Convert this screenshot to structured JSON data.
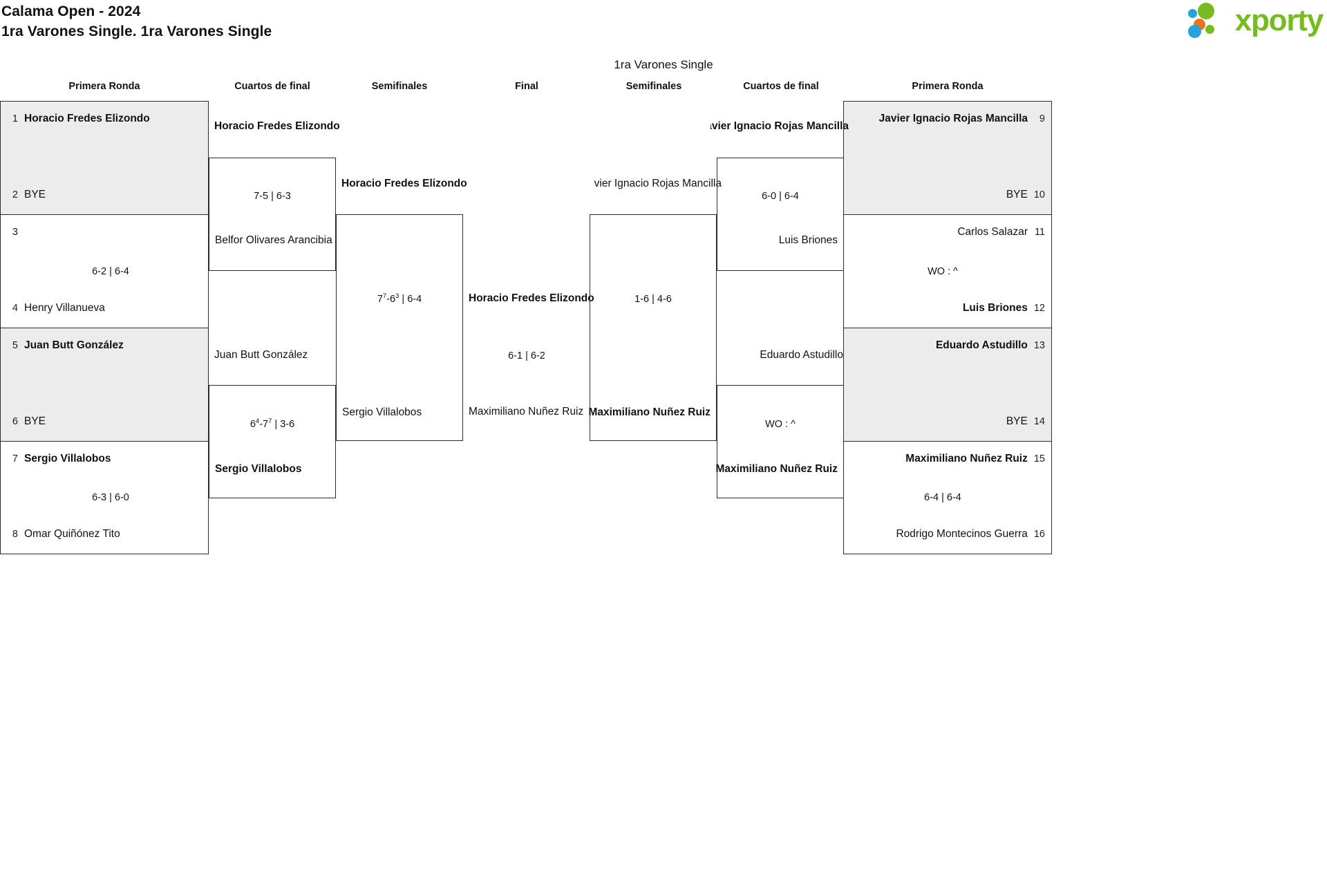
{
  "header": {
    "title_line1": "Calama Open - 2024",
    "title_line2": "1ra Varones Single. 1ra Varones Single",
    "logo_word": "xporty",
    "logo_colors": {
      "green": "#76bc21",
      "orange": "#e8741e",
      "blue": "#27a2dd"
    }
  },
  "bracket_title": "1ra Varones Single",
  "round_headers": {
    "left_r1": "Primera Ronda",
    "left_qf": "Cuartos de final",
    "left_sf": "Semifinales",
    "final": "Final",
    "right_sf": "Semifinales",
    "right_qf": "Cuartos de final",
    "right_r1": "Primera Ronda"
  },
  "left_round1": [
    {
      "shaded": true,
      "score": "",
      "top": {
        "seed": "1",
        "name": "Horacio Fredes Elizondo",
        "winner": true
      },
      "bot": {
        "seed": "2",
        "name": "BYE",
        "winner": false
      }
    },
    {
      "shaded": false,
      "score": "6-2 | 6-4",
      "top": {
        "seed": "3",
        "name": "",
        "winner": true
      },
      "bot": {
        "seed": "4",
        "name": "Henry Villanueva",
        "winner": false
      }
    },
    {
      "shaded": true,
      "score": "",
      "top": {
        "seed": "5",
        "name": "Juan Butt González",
        "winner": true
      },
      "bot": {
        "seed": "6",
        "name": "BYE",
        "winner": false
      }
    },
    {
      "shaded": false,
      "score": "6-3 | 6-0",
      "top": {
        "seed": "7",
        "name": "Sergio Villalobos",
        "winner": true
      },
      "bot": {
        "seed": "8",
        "name": "Omar Quiñónez Tito",
        "winner": false
      }
    }
  ],
  "right_round1": [
    {
      "shaded": true,
      "score": "",
      "top": {
        "seed": "9",
        "name": "Javier Ignacio Rojas Mancilla",
        "winner": true
      },
      "bot": {
        "seed": "10",
        "name": "BYE",
        "winner": false
      }
    },
    {
      "shaded": false,
      "score": "WO : ^",
      "top": {
        "seed": "11",
        "name": "Carlos Salazar",
        "winner": false
      },
      "bot": {
        "seed": "12",
        "name": "Luis Briones",
        "winner": true
      }
    },
    {
      "shaded": true,
      "score": "",
      "top": {
        "seed": "13",
        "name": "Eduardo Astudillo",
        "winner": true
      },
      "bot": {
        "seed": "14",
        "name": "BYE",
        "winner": false
      }
    },
    {
      "shaded": false,
      "score": "6-4 | 6-4",
      "top": {
        "seed": "15",
        "name": "Maximiliano Nuñez Ruiz",
        "winner": true
      },
      "bot": {
        "seed": "16",
        "name": "Rodrigo Montecinos Guerra",
        "winner": false
      }
    }
  ],
  "left_qf": [
    {
      "score": "7-5 | 6-3",
      "top": {
        "name": "Horacio Fredes Elizondo",
        "winner": true
      },
      "bot": {
        "name": "Belfor Olivares Arancibia",
        "winner": false
      }
    },
    {
      "score_html": "6<sup>4</sup>-7<sup>7</sup> | 3-6",
      "score_text": "64-77 | 3-6",
      "top": {
        "name": "Juan Butt González",
        "winner": false
      },
      "bot": {
        "name": "Sergio Villalobos",
        "winner": true
      }
    }
  ],
  "right_qf": [
    {
      "score": "6-0 | 6-4",
      "top": {
        "name": "Javier Ignacio Rojas Mancilla",
        "winner": true
      },
      "bot": {
        "name": "Luis Briones",
        "winner": false
      }
    },
    {
      "score": "WO : ^",
      "top": {
        "name": "Eduardo Astudillo",
        "winner": false
      },
      "bot": {
        "name": "Maximiliano Nuñez Ruiz",
        "winner": true
      }
    }
  ],
  "left_sf": {
    "score_html": "7<sup>7</sup>-6<sup>3</sup> | 6-4",
    "score_text": "77-63 | 6-4",
    "top": {
      "name": "Horacio Fredes Elizondo",
      "winner": true
    },
    "bot": {
      "name": "Sergio Villalobos",
      "winner": false
    }
  },
  "right_sf": {
    "score": "1-6 | 4-6",
    "top": {
      "name": "Javier Ignacio Rojas Mancilla",
      "winner": false
    },
    "bot": {
      "name": "Maximiliano Nuñez Ruiz",
      "winner": true
    }
  },
  "final": {
    "score": "6-1 | 6-2",
    "top": {
      "name": "Horacio Fredes Elizondo",
      "winner": true
    },
    "bot": {
      "name": "Maximiliano Nuñez Ruiz",
      "winner": false
    }
  }
}
